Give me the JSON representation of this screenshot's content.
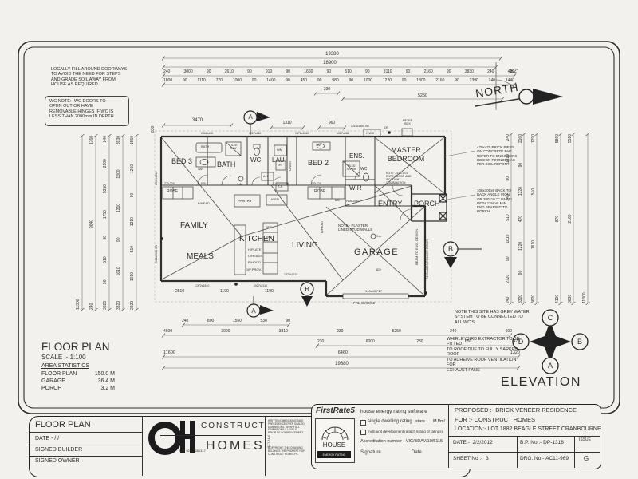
{
  "north": {
    "label": "NORTH",
    "angle": "82°"
  },
  "notes": {
    "fill": "LOCALLY FILL AROUND DOORWAYS\nTO AVOID THE NEED FOR STEPS\nAND GRADE SOIL AWAY FROM\nHOUSE AS REQUIRED",
    "wc": "WC NOTE:- WC DOORS TO\nOPEN OUT OR HAVE\nREMOVABLE HINGES IF WC IS\nLESS THAN 2000mm IN DEPTH",
    "piers": "470x470 BRICK PIERS\nON CONCRETE PAD\nREFER TO ENGINEERS\nDESIGN FOUNDED AS\nPER SOIL REPORT",
    "lintel": "100x100x8 BACK TO\nBACK ANGLE IRON\nOR 200x10 'T' LINTEL\nWITH 115mm MIN\nEND BEARING TO\nPORCH",
    "grey_water": "NOTE  THIS SITE HAS GREY WATER\nSYSTEM TO BE CONNECTED TO\nALL WC'S",
    "whirlybird": "WHIRLEYBIRD EXTRACTOR TO BE FITTED\nTO ROOF DUE TO FULLY SARKED ROOF\nTO ACHEIVE ROOF VENTILATION FOR\nEXHAUST FANS",
    "entry_door": "NOTE -2111/1210\nENTRY DOOR AND\nSIDELIGHT\nCOMBINATION",
    "plaster": "NOTE - PLASTER\nLINED STUD WALLS"
  },
  "rooms": {
    "bed3": "BED 3",
    "bath": "BATH",
    "wc": "WC",
    "lau": "LAU",
    "bed2": "BED 2",
    "ens": "ENS.",
    "master": "MASTER\nBEDROOM",
    "wir": "WIR",
    "entry": "ENTRY",
    "porch": "PORCH",
    "family": "FAMILY",
    "meals": "MEALS",
    "kitchen": "KITCHEN",
    "living": "LIVING",
    "garage": "GARAGE"
  },
  "fixtures": {
    "bath_tub": "BATH",
    "shw": "TILED\nSHW",
    "van1": "VAN",
    "van2": "VAN",
    "wm": "WM",
    "tr": "TR",
    "wc2": "WC",
    "shwr": "TILED\nSH/WR",
    "robe1": "ROBE",
    "robe2": "ROBE",
    "hanging": "HANGING",
    "linen1": "LINEN",
    "linen2": "LINEN",
    "pantry": "PANTRY",
    "bhead1": "B/HEAD",
    "bhead2": "B/HEAD",
    "ref": "REF",
    "wo": "WO",
    "hplate": "H/PLATE",
    "oheads": "O/HEADS",
    "rhood": "R/HOOD",
    "dw": "DW PROV.",
    "ah": "A.H",
    "ra": "R.A",
    "sa1": "S.A.",
    "sa2": "S.A.",
    "hws": "H.W.S",
    "dp": "DP",
    "meter": "METER\nBOX",
    "beam": "BEAM TO ENG. DESIGN",
    "roller": "2155x4860 ROLLER DOOR",
    "f17": "190x45 F17",
    "frl": "FRL 60/60/60"
  },
  "windows": {
    "wt1": "2061x450",
    "wt2": "1027x610",
    "wt3": "1372x1810",
    "wt4": "1027x856",
    "wt5": "2116x1450 SD",
    "wb1": "1372x1810",
    "wb2": "1027x2110",
    "wb3": "1372x2710",
    "wl1": "2061x1810",
    "wl2": "2110x2661 SD"
  },
  "dims": {
    "t1": "19380",
    "t2": "18900",
    "t3": "240 3000 90 2610 90 910 90 1660 90 510 90 3110 90 2160 90 3830 240 490",
    "t4": "1800 90 1110 770 1000 90 1400 90 450 90 980 90 1000 1220 90 1800 2160 90 2390 240 1440",
    "t230": "230",
    "t5250": "5250",
    "s3470": "3470",
    "s1310": "1310",
    "s960": "960",
    "s830": "830",
    "b1": "240 800 1550 530 90",
    "b2": "4600 3000 3810 230 5250 240 600",
    "b3": "230 6000 230 650 470",
    "b4": "11600 6460 1320",
    "b5": "19380",
    "s2510": "2510",
    "s1190a": "1190",
    "s1190b": "1190",
    "s720a": "720  720",
    "s720b": "720  720",
    "s620": "620",
    "s820a": "820",
    "s820b": "820",
    "l1": "11300",
    "l2": "240 9640 1760",
    "l3": "3620 90 510 90 1750 5350 2100 240",
    "l4": "3320 1610 90 1210 1300 3930",
    "l5": "2220 1010 510 1210 90 1250 1550",
    "r1": "240 2720 90 1610 510 240 90 1210 240",
    "r2": "3320 90 1220 470 1220 90 2160",
    "r3": "3620 1610 510 1290",
    "r4": "4100 870 5860",
    "r5": "3630 2160 5510",
    "r6": "11300"
  },
  "plan_title": {
    "title": "FLOOR PLAN",
    "scale": "SCALE :- 1:100",
    "area_heading": "AREA STATISTICS",
    "stat1_label": "FLOOR PLAN",
    "stat1_value": "150.0 M",
    "stat2_label": "GARAGE",
    "stat2_value": "36.4 M",
    "stat3_label": "PORCH",
    "stat3_value": "3.2 M"
  },
  "elevation": {
    "title": "ELEVATION",
    "n": "C",
    "w": "D",
    "e": "B",
    "s": "A"
  },
  "markers": {
    "a": "A",
    "b": "B"
  },
  "titleblock": {
    "left": {
      "title": "FLOOR PLAN",
      "date": "DATE -         /    /",
      "builder": "SIGNED BUILDER",
      "owner": "SIGNED OWNER"
    },
    "brand": {
      "name1": "CONSTRUCT",
      "name2": "HOMES",
      "pty": "PTY LTD",
      "abn": "ABN 92098281317"
    },
    "fine": {
      "p1": "WRITTEN DIMENSIONS TAKE\nPRECEDENCE OVER SCALED\nDIMENSIONS. VERIFY ALL\nDIMENSIONS & LEVELS\nPRIOR TO COMMENCEMENT",
      "p2": "COPYRIGHT: THIS DRAWING\nBELONGS THE PROPERTY OF\nCONSTRUCT HOMES P/L"
    },
    "energy": {
      "brand": "FirstRate5",
      "desc": "house energy rating software",
      "opt1": "single dwelling rating",
      "stars": "stars",
      "mj": "MJ/m²",
      "opt2": "multi unit development (attach listing of ratings)",
      "accred": "Accreditation number  -  VIC/BDAV/10/5115",
      "sig": "Signature",
      "date": "Date",
      "logo_top": "HOUSE",
      "logo_bottom": "ENERGY RATING"
    },
    "project": {
      "proposed": "PROPOSED :- BRICK VENEER RESIDENCE",
      "client": "FOR :-  CONSTRUCT HOMES",
      "location": "LOCATION:- LOT 1882 BEAGLE STREET CRANBOURNE",
      "date_label": "DATE:-",
      "date": "2/2/2012",
      "bp_label": "B.P. No :-",
      "bp": "DP-1316",
      "issue_label": "ISSUE",
      "issue": "G",
      "sheet_label": "SHEET No :-",
      "sheet": "3",
      "drg_label": "DRG. No:-",
      "drg": "AC11-969"
    }
  }
}
